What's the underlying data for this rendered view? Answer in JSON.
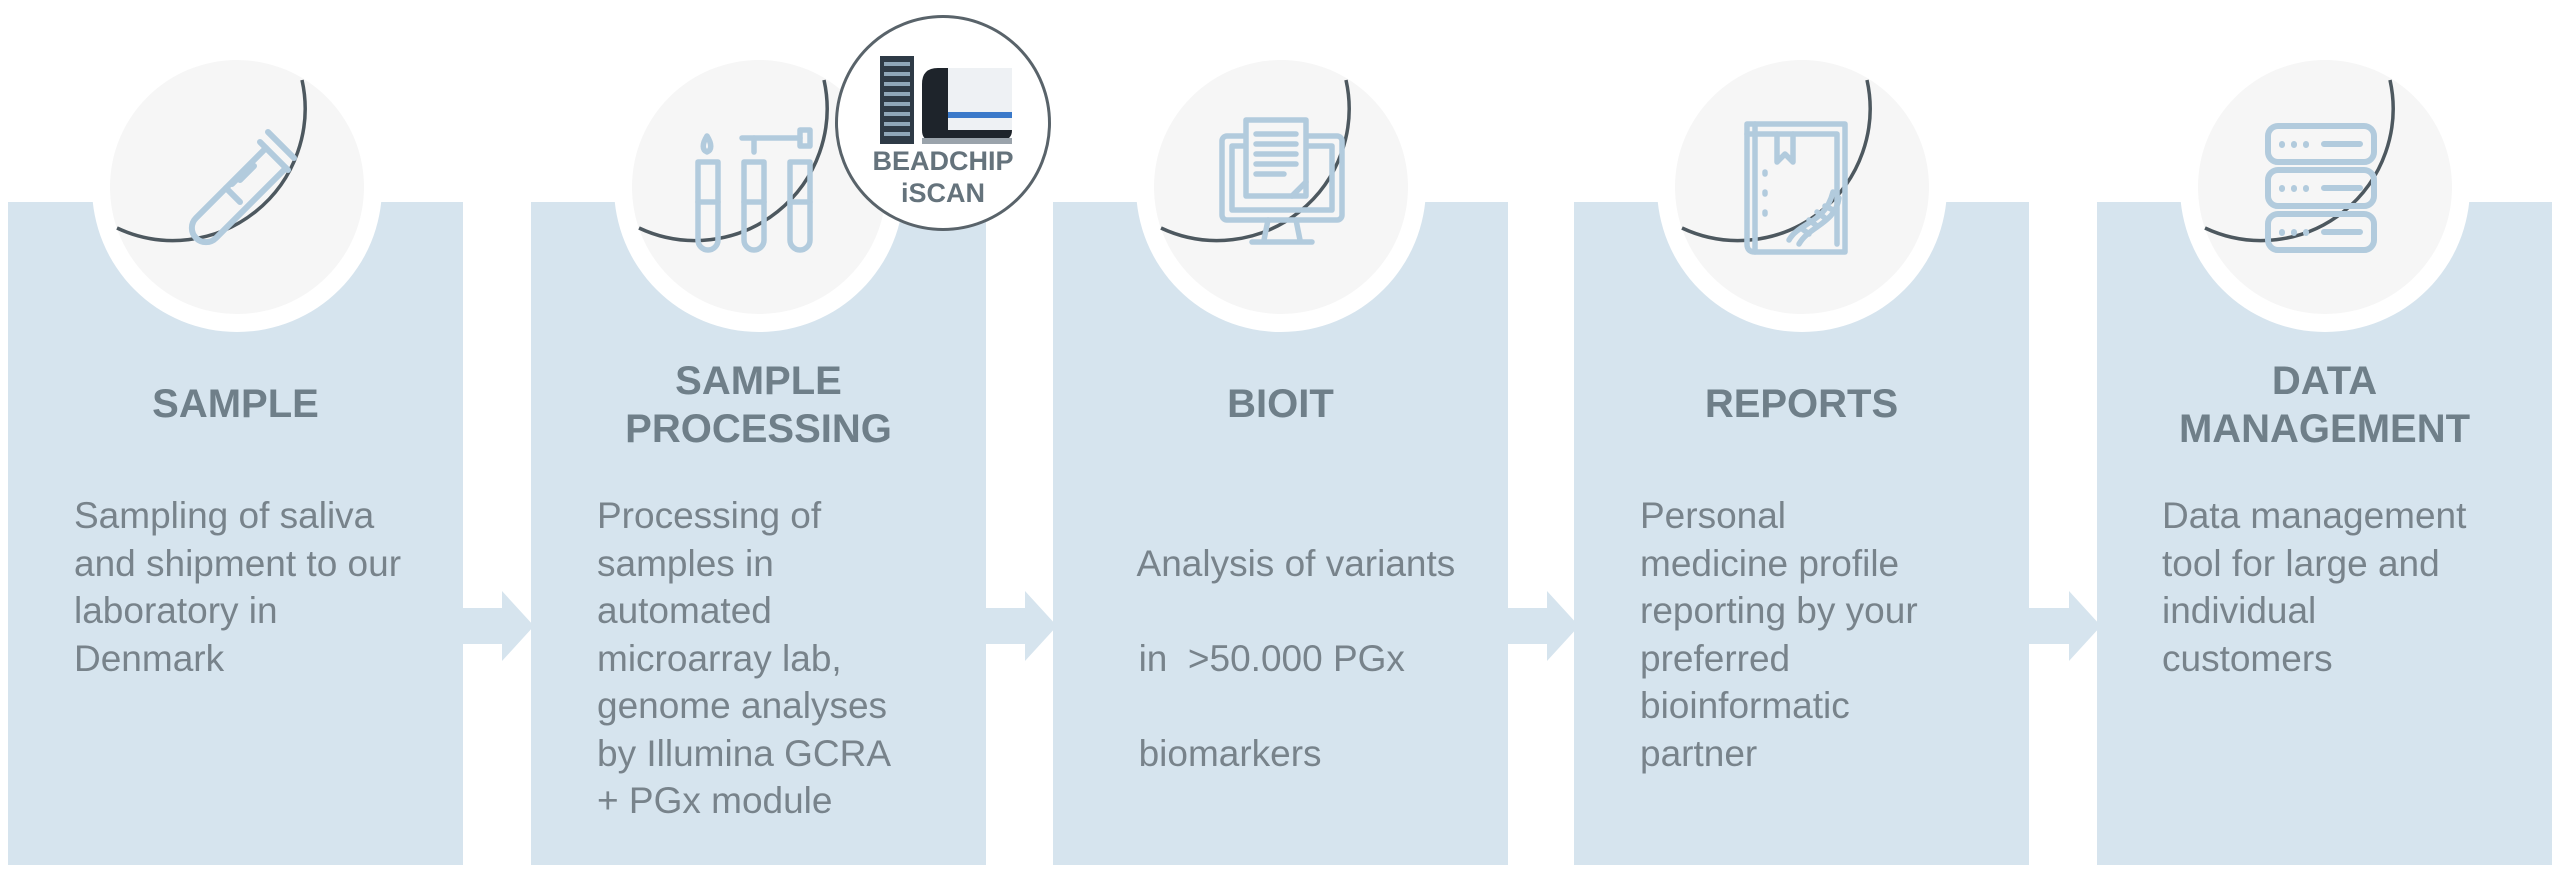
{
  "steps": [
    {
      "title_lines": [
        "SAMPLE"
      ],
      "description": [
        "Sampling of saliva",
        "and shipment to our",
        "laboratory in",
        "Denmark"
      ],
      "icon": "test-tube-icon"
    },
    {
      "title_lines": [
        "SAMPLE",
        "PROCESSING"
      ],
      "description": [
        "Processing of",
        "samples in",
        "automated",
        "microarray lab,",
        "genome analyses",
        "by Illumina GCRA",
        "+ PGx module"
      ],
      "icon": "test-tubes-pipette-icon"
    },
    {
      "title_lines": [
        "BIOIT"
      ],
      "description": [
        "Analysis of variants",
        "in  >50.000 PGx",
        "biomarkers"
      ],
      "icon": "computer-document-icon"
    },
    {
      "title_lines": [
        "REPORTS"
      ],
      "description": [
        "Personal",
        "medicine profile",
        "reporting by your",
        "preferred",
        "bioinformatic",
        "partner"
      ],
      "icon": "dna-book-icon"
    },
    {
      "title_lines": [
        "DATA",
        "MANAGEMENT"
      ],
      "description": [
        "Data management",
        "tool for large and",
        "individual",
        "customers"
      ],
      "icon": "server-stack-icon"
    }
  ],
  "beadchip_badge": {
    "line1": "BEADCHIP",
    "line2": "iSCAN",
    "icon": "scanner-instrument-icon"
  },
  "colors": {
    "panel": "#d6e4ee",
    "icon_stroke": "#b2cbdd",
    "title": "#6f7f89",
    "text": "#78838b",
    "ring": "#4d585f",
    "arrow": "#d6e4ee"
  }
}
